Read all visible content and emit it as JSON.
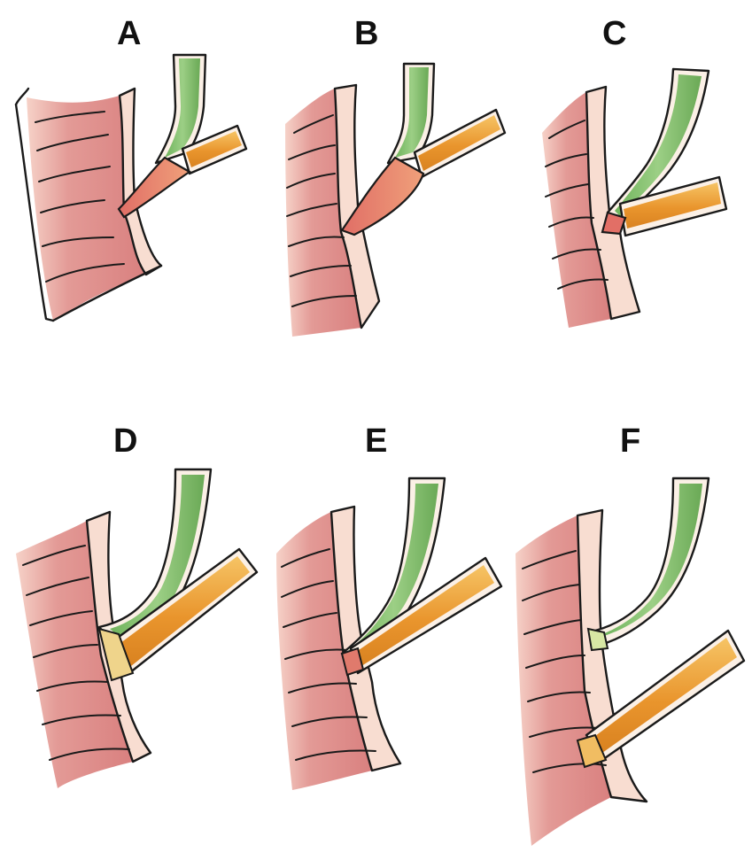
{
  "figure": {
    "panels": [
      {
        "label": "A"
      },
      {
        "label": "B"
      },
      {
        "label": "C"
      },
      {
        "label": "D"
      },
      {
        "label": "E"
      },
      {
        "label": "F"
      }
    ]
  },
  "colors": {
    "duodenum_mucosa": "#dd8a88",
    "duodenal_wall": "#f8ddd1",
    "bile_duct": "#8cc477",
    "pancreatic_duct": "#e8a23c",
    "common_channel": "#e17a6a",
    "ink": "#1a1a1a"
  }
}
